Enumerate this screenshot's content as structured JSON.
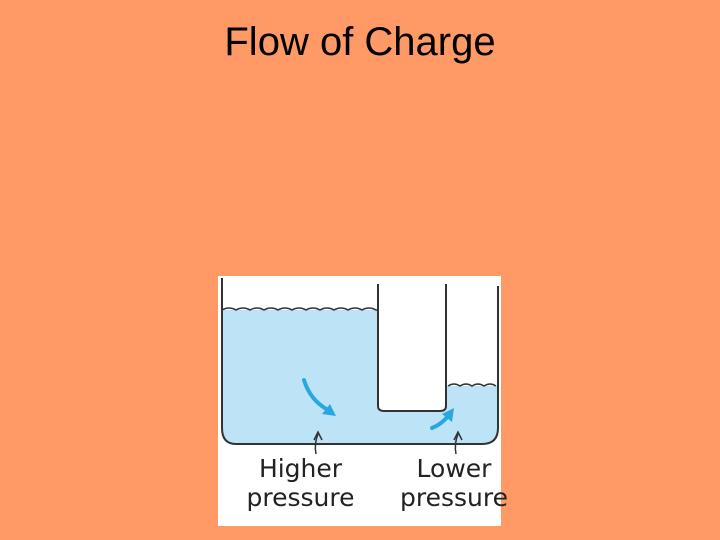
{
  "slide": {
    "title": "Flow of Charge",
    "background_color": "#FF9966"
  },
  "diagram": {
    "water_color": "#BDE3F7",
    "arrow_color": "#29A8E0",
    "outline_color": "#333333",
    "labels": {
      "left_line1": "Higher",
      "left_line2": "pressure",
      "right_line1": "Lower",
      "right_line2": "pressure"
    },
    "icons": [
      "curved-flow-arrow-icon",
      "curved-flow-arrow-icon",
      "pointer-arrow-icon",
      "pointer-arrow-icon"
    ]
  }
}
